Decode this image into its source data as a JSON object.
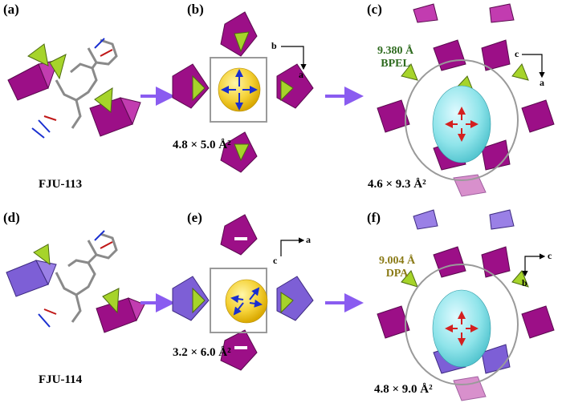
{
  "panels": {
    "a": {
      "label": "(a)",
      "compound": "FJU-113"
    },
    "b": {
      "label": "(b)",
      "pore_size": "4.8 × 5.0 Å²",
      "axis_h": "b",
      "axis_v": "a"
    },
    "c": {
      "label": "(c)",
      "pore_size": "4.6 × 9.3 Å²",
      "ligand_length": "9.380 Å",
      "ligand": "BPEL",
      "axis_h": "c",
      "axis_v": "a"
    },
    "d": {
      "label": "(d)",
      "compound": "FJU-114"
    },
    "e": {
      "label": "(e)",
      "pore_size": "3.2 × 6.0 Å²",
      "axis_h": "a",
      "axis_v": "c"
    },
    "f": {
      "label": "(f)",
      "pore_size": "4.8 × 9.0 Å²",
      "ligand_length": "9.004 Å",
      "ligand": "DPA",
      "axis_h": "c",
      "axis_v": "b"
    }
  },
  "colors": {
    "polyhedron_magenta": "#9c0f87",
    "polyhedron_violet": "#7d5fd6",
    "tetrahedron_green": "#a6d42a",
    "pore_yellow": "#f5d238",
    "pore_cyan": "#7fe0e6",
    "arrow_purple": "#8a5cf0",
    "bpel_green": "#2e6b1f",
    "dpa_olive": "#8a7a16",
    "pore_arrow_blue": "#1a2fd0",
    "pore_arrow_red": "#d42020"
  }
}
